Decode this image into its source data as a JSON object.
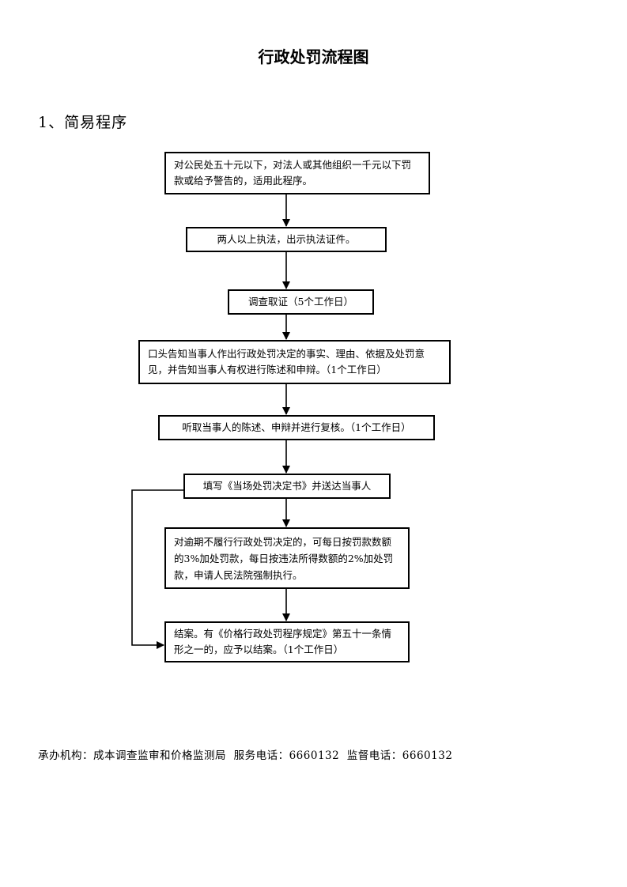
{
  "title": "行政处罚流程图",
  "section_title": "1、简易程序",
  "steps": [
    "对公民处五十元以下，对法人或其他组织一千元以下罚款或给予警告的，适用此程序。",
    "两人以上执法，出示执法证件。",
    "调查取证（5个工作日）",
    "口头告知当事人作出行政处罚决定的事实、理由、依据及处罚意见，并告知当事人有权进行陈述和申辩。（1个工作日）",
    "听取当事人的陈述、申辩并进行复核。（1个工作日）",
    "填写《当场处罚决定书》并送达当事人",
    "对逾期不履行行政处罚决定的，可每日按罚款数额的3%加处罚款，每日按违法所得数额的2%加处罚款，申请人民法院强制执行。",
    "结案。有《价格行政处罚程序规定》第五十一条情形之一的，应予以结案。（1个工作日）"
  ],
  "footer": "承办机构：成本调查监审和价格监测局  服务电话：6660132  监督电话：6660132"
}
